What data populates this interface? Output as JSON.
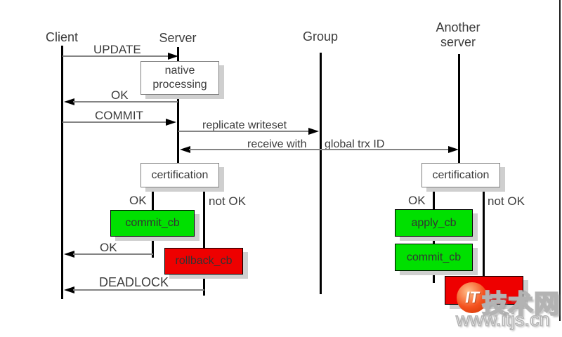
{
  "actors": {
    "client": "Client",
    "server": "Server",
    "group": "Group",
    "another_line1": "Another",
    "another_line2": "server"
  },
  "messages": {
    "update": "UPDATE",
    "ok_after_processing": "OK",
    "commit": "COMMIT",
    "replicate_writeset": "replicate writeset",
    "receive_with": "receive with",
    "global_trx_id": "global trx ID",
    "ok_after_commit": "OK",
    "deadlock": "DEADLOCK"
  },
  "boxes": {
    "native_processing_line1": "native",
    "native_processing_line2": "processing",
    "certification_server": "certification",
    "certification_another": "certification",
    "commit_cb_server": "commit_cb",
    "rollback_cb_server": "rollback_cb",
    "apply_cb_another": "apply_cb",
    "commit_cb_another": "commit_cb",
    "rollback_cb_another": ""
  },
  "branch_labels": {
    "server_ok": "OK",
    "server_not_ok": "not OK",
    "another_ok": "OK",
    "another_not_ok": "not OK"
  },
  "colors": {
    "success_box": "#00e000",
    "failure_box": "#ee0000",
    "lifeline": "#000000",
    "message_line": "#848484",
    "box_shadow": "#cfcfcf",
    "text": "#3c3c3c"
  },
  "watermark": {
    "logo_text": "IT",
    "site_name": "技术网",
    "site_url": "www.itjs.cn"
  }
}
